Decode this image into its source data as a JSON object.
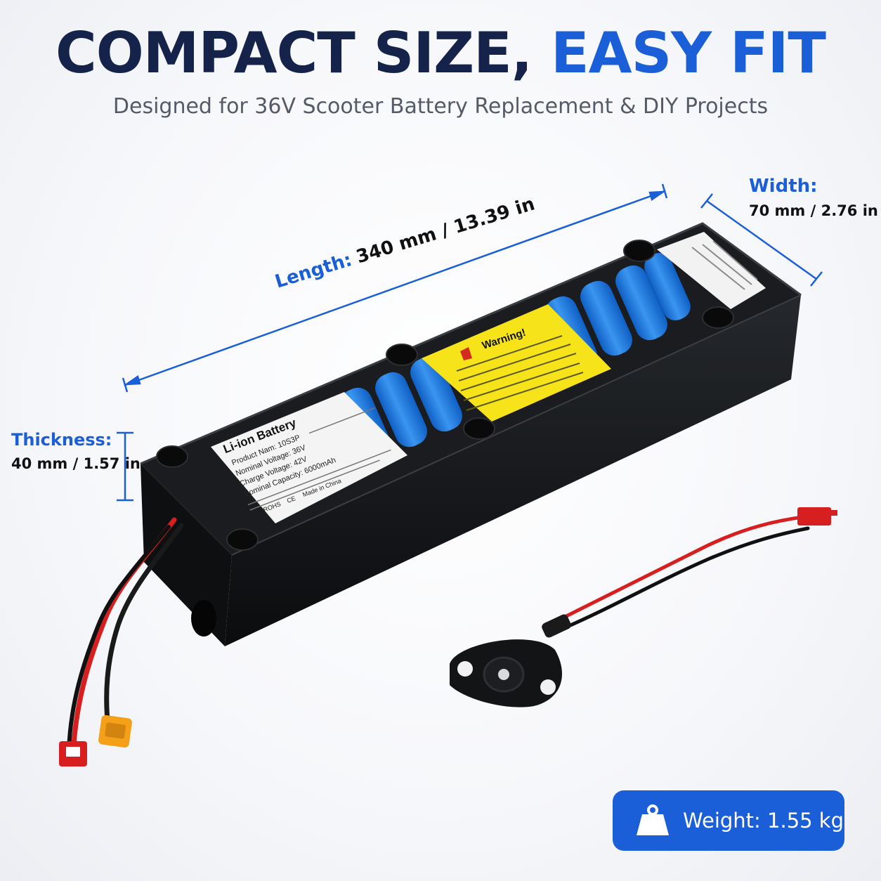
{
  "headline": {
    "part1": "COMPACT SIZE,",
    "part2": "EASY FIT"
  },
  "subtitle": "Designed for 36V Scooter Battery Replacement & DIY Projects",
  "dimensions": {
    "length": {
      "label": "Length:",
      "value": "340 mm / 13.39 in"
    },
    "width": {
      "label": "Width:",
      "value": "70 mm / 2.76 in"
    },
    "thickness": {
      "label": "Thickness:",
      "value": "40 mm / 1.57 in"
    }
  },
  "battery_label": {
    "title": "Li-ion Battery",
    "lines": [
      "Product Nam: 10S3P",
      "Nominal Voltage: 36V",
      "Charge Voltage: 42V",
      "Nominal Capacity: 6000mAh"
    ],
    "marks": [
      "ROHS",
      "CE",
      "Made in China"
    ]
  },
  "warning_label": {
    "title": "Warning!"
  },
  "weight_badge": {
    "text": "Weight: 1.55 kg",
    "icon": "weight-icon"
  },
  "colors": {
    "accent_blue": "#1a5fd8",
    "headline_dark": "#15224a",
    "battery_body": "#131517",
    "cell_blue": "#1e7be0",
    "warning_yellow": "#f6e31a"
  }
}
